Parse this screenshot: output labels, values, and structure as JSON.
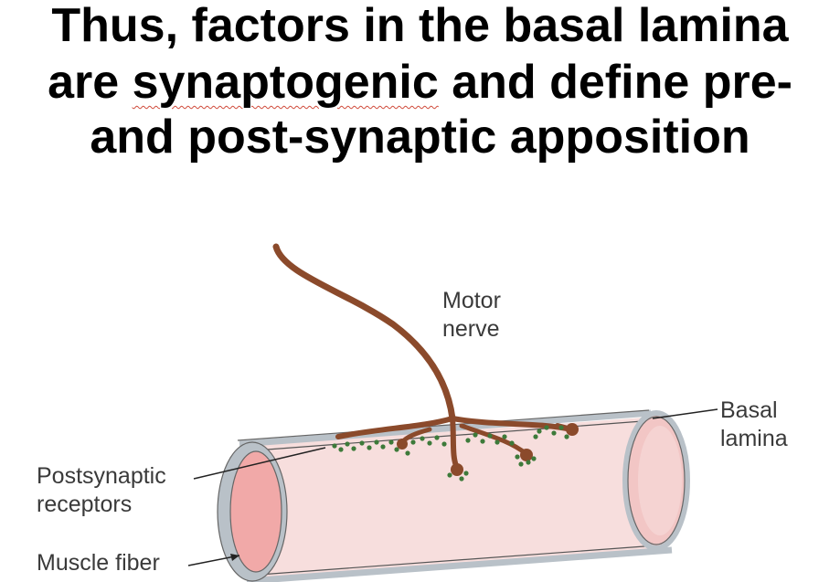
{
  "title": {
    "line1": "Thus, factors in the basal lamina",
    "line2_pre": "are ",
    "line2_mark": "synaptogenic",
    "line2_post": " and define pre-",
    "line3": "and post-synaptic apposition"
  },
  "diagram": {
    "labels": {
      "motor_nerve_1": "Motor",
      "motor_nerve_2": "nerve",
      "basal_lamina_1": "Basal",
      "basal_lamina_2": "lamina",
      "postsynaptic_1": "Postsynaptic",
      "postsynaptic_2": "receptors",
      "muscle_fiber": "Muscle fiber"
    },
    "colors": {
      "nerve": "#8b4a2b",
      "receptors": "#3d7a3a",
      "fiber_fill": "#f7dedd",
      "fiber_end": "#f2b9b8",
      "lamina": "#b9c1c8",
      "label_text": "#3a3a3a"
    }
  }
}
